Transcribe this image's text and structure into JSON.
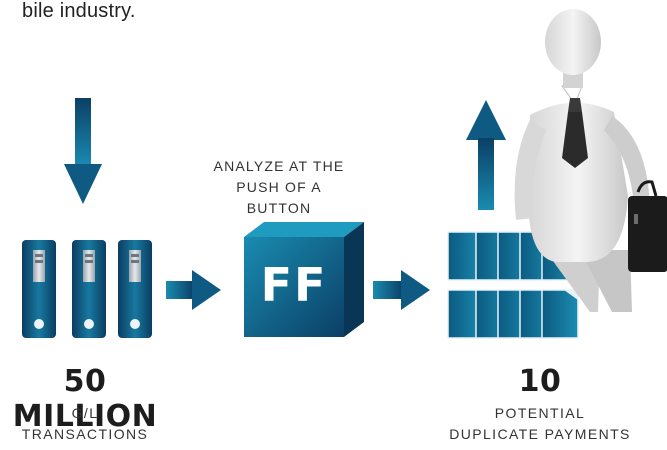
{
  "intro_fragment": "bile industry.",
  "process_caption": [
    "ANALYZE AT THE",
    "PUSH OF A BUTTON"
  ],
  "logo_text": "FF",
  "input": {
    "value": "50 MILLION",
    "label_line1": "G/L",
    "label_line2": "TRANSACTIONS"
  },
  "output": {
    "value": "10",
    "label_line1": "POTENTIAL",
    "label_line2": "DUPLICATE PAYMENTS"
  },
  "colors": {
    "blue_dark": "#0b3f66",
    "blue": "#0f6a92",
    "teal": "#1a8bb0",
    "silver": "#c9ced3"
  }
}
